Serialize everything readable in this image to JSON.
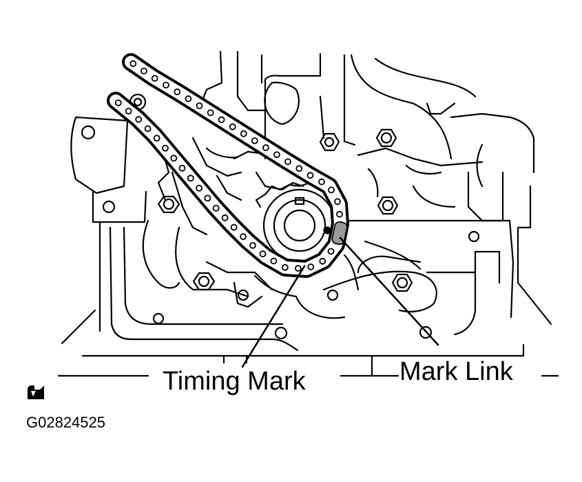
{
  "labels": {
    "timing_mark": "Timing Mark",
    "mark_link": "Mark Link"
  },
  "figure_code": "G02824525",
  "icons": {
    "corner_icon": "camera-icon"
  },
  "colors": {
    "ink": "#000000",
    "background": "#ffffff"
  }
}
